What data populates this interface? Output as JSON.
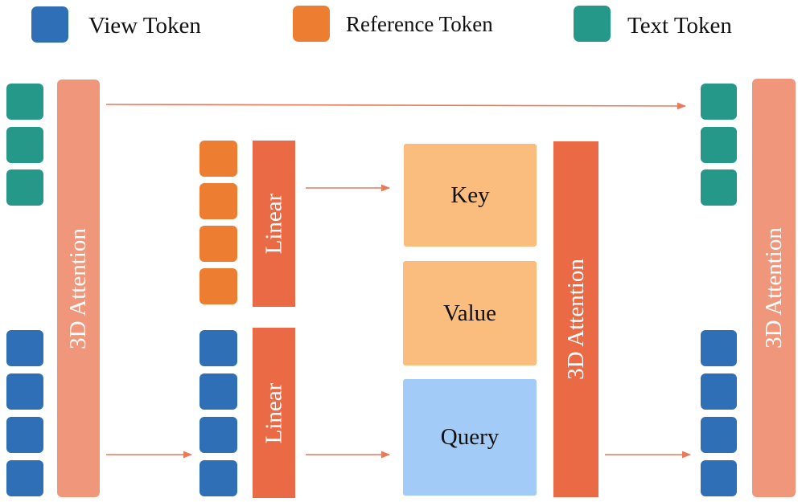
{
  "legend": [
    {
      "label": "View Token",
      "color": "#2f6fb5"
    },
    {
      "label": "Reference Token",
      "color": "#ed7d31"
    },
    {
      "label": "Text Token",
      "color": "#26988a"
    }
  ],
  "blocks": {
    "left_attention": "3D Attention",
    "linear_reference": "Linear",
    "linear_view": "Linear",
    "key": "Key",
    "value": "Value",
    "query": "Query",
    "mid_attention": "3D Attention",
    "right_attention": "3D Attention"
  },
  "colors": {
    "view_token": "#2f6fb5",
    "reference_token": "#ed7d31",
    "text_token": "#26988a",
    "outer_attention": "#f0967a",
    "inner_attention": "#e96a45",
    "linear": "#e96a45",
    "key_value": "#fbbd7d",
    "query": "#a3cbf8",
    "arrow": "#e8795a"
  }
}
